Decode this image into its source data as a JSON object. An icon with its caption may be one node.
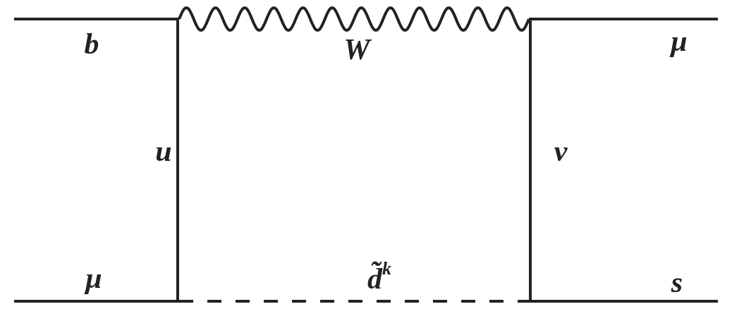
{
  "diagram": {
    "nodes": [
      {
        "text": [],
        "shape": "point"
      },
      {
        "text": [],
        "shape": "point"
      },
      {
        "text": [],
        "shape": "point"
      },
      {
        "text": [],
        "shape": "point"
      }
    ],
    "edges": [
      {
        "from": null,
        "to": 0,
        "arrow": "none",
        "label": "b"
      },
      {
        "from": 0,
        "to": 1,
        "arrow": "none",
        "label": "W"
      },
      {
        "from": 1,
        "to": null,
        "arrow": "none",
        "label": "μ"
      },
      {
        "from": 0,
        "to": 2,
        "arrow": "none",
        "label": "u"
      },
      {
        "from": 1,
        "to": 3,
        "arrow": "none",
        "label": "ν"
      },
      {
        "from": null,
        "to": 2,
        "arrow": "none",
        "label": "μ"
      },
      {
        "from": 2,
        "to": 3,
        "arrow": "none",
        "label": "d̃$^{k}$",
        "style": "dashed"
      },
      {
        "from": 3,
        "to": null,
        "arrow": "none",
        "label": "s"
      }
    ]
  }
}
